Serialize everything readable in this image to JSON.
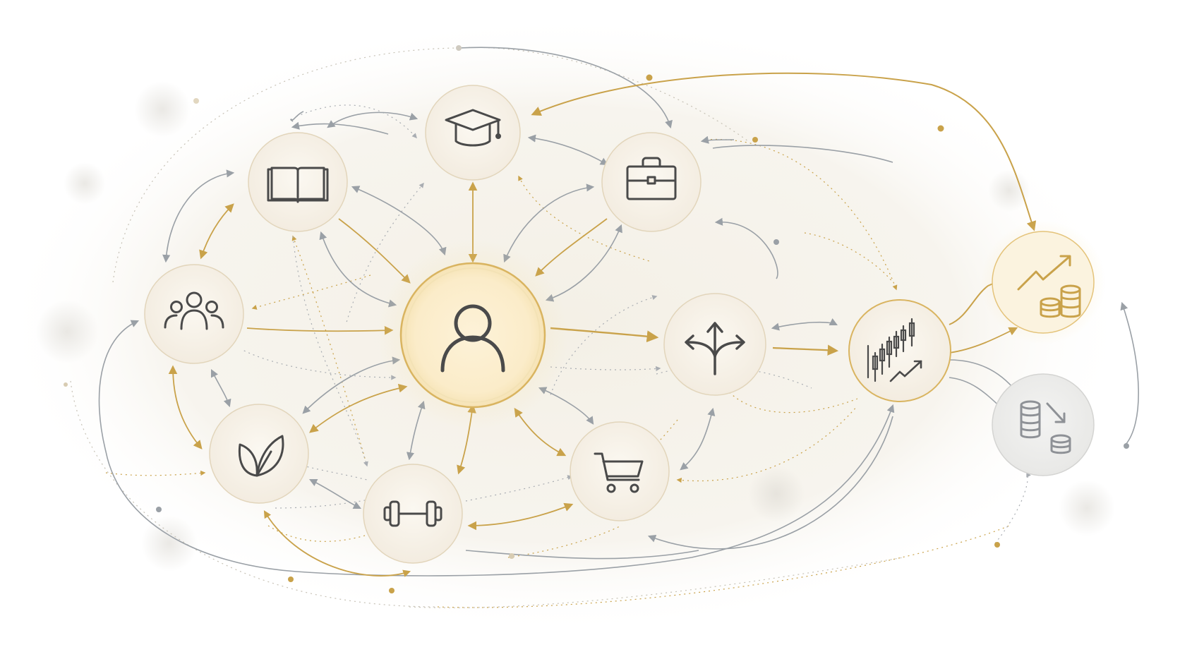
{
  "colors": {
    "gold": "#c9a24a",
    "gold_dark": "#b8923c",
    "gray": "#9aa0a6",
    "icon_stroke": "#4a4a4a",
    "node_fill": "#f7f2e8",
    "node_border": "#e2d5bb",
    "center_fill": "#fdf3de",
    "center_border": "#d9b460",
    "background_wash": "#f3efe6"
  },
  "nodes": [
    {
      "id": "user",
      "icon": "user-icon"
    },
    {
      "id": "education",
      "icon": "graduation-cap-icon"
    },
    {
      "id": "reading",
      "icon": "open-book-icon"
    },
    {
      "id": "work",
      "icon": "briefcase-icon"
    },
    {
      "id": "community",
      "icon": "people-group-icon"
    },
    {
      "id": "wellness",
      "icon": "leaf-icon"
    },
    {
      "id": "fitness",
      "icon": "dumbbell-icon"
    },
    {
      "id": "shopping",
      "icon": "shopping-cart-icon"
    },
    {
      "id": "decision",
      "icon": "branching-arrows-icon"
    },
    {
      "id": "market",
      "icon": "candlestick-chart-icon"
    },
    {
      "id": "gain",
      "icon": "coins-trend-up-icon"
    },
    {
      "id": "loss",
      "icon": "coins-trend-down-icon"
    }
  ],
  "edges": [
    {
      "from": "user",
      "to": "decision",
      "style": "gold-solid",
      "arrows": "end"
    },
    {
      "from": "decision",
      "to": "market",
      "style": "gold-solid",
      "arrows": "end"
    },
    {
      "from": "market",
      "to": "gain",
      "style": "gold-solid",
      "arrows": "end"
    },
    {
      "from": "market",
      "to": "loss",
      "style": "gray-solid",
      "arrows": "end"
    },
    {
      "from": "education",
      "to": "user",
      "style": "gold-solid",
      "arrows": "both"
    },
    {
      "from": "reading",
      "to": "user",
      "style": "gold-solid",
      "arrows": "end"
    },
    {
      "from": "community",
      "to": "user",
      "style": "gold-solid",
      "arrows": "end"
    },
    {
      "from": "work",
      "to": "user",
      "style": "gold-solid",
      "arrows": "end"
    },
    {
      "from": "user",
      "to": "wellness",
      "style": "gold-solid",
      "arrows": "both"
    },
    {
      "from": "user",
      "to": "fitness",
      "style": "gold-solid",
      "arrows": "both"
    },
    {
      "from": "user",
      "to": "shopping",
      "style": "gold-solid",
      "arrows": "both"
    },
    {
      "from": "fitness",
      "to": "shopping",
      "style": "gold-solid",
      "arrows": "both"
    },
    {
      "from": "reading",
      "to": "community",
      "style": "gold-solid",
      "arrows": "both"
    },
    {
      "from": "community",
      "to": "wellness",
      "style": "gold-solid",
      "arrows": "both"
    },
    {
      "from": "education",
      "to": "gain",
      "style": "gold-solid",
      "arrows": "both"
    },
    {
      "from": "reading",
      "to": "education",
      "style": "gray-solid",
      "arrows": "both"
    },
    {
      "from": "education",
      "to": "work",
      "style": "gray-solid",
      "arrows": "both"
    },
    {
      "from": "user",
      "to": "work",
      "style": "gray-solid",
      "arrows": "both"
    },
    {
      "from": "user",
      "to": "reading",
      "style": "gray-solid",
      "arrows": "both"
    },
    {
      "from": "user",
      "to": "wellness",
      "style": "gray-solid",
      "arrows": "both"
    },
    {
      "from": "user",
      "to": "fitness",
      "style": "gray-solid",
      "arrows": "both"
    },
    {
      "from": "user",
      "to": "shopping",
      "style": "gray-solid",
      "arrows": "both"
    },
    {
      "from": "wellness",
      "to": "fitness",
      "style": "gray-solid",
      "arrows": "both"
    },
    {
      "from": "community",
      "to": "wellness",
      "style": "gray-solid",
      "arrows": "both"
    },
    {
      "from": "decision",
      "to": "market",
      "style": "gray-solid",
      "arrows": "both"
    },
    {
      "from": "decision",
      "to": "shopping",
      "style": "gray-solid",
      "arrows": "both"
    },
    {
      "from": "work",
      "to": "decision",
      "style": "gray-solid",
      "arrows": "both"
    },
    {
      "from": "market",
      "to": "shopping",
      "style": "gray-solid",
      "arrows": "both"
    },
    {
      "from": "market",
      "to": "fitness",
      "style": "gray-solid",
      "arrows": "end"
    },
    {
      "from": "loss",
      "to": "gain",
      "style": "gray-solid",
      "arrows": "end"
    }
  ]
}
